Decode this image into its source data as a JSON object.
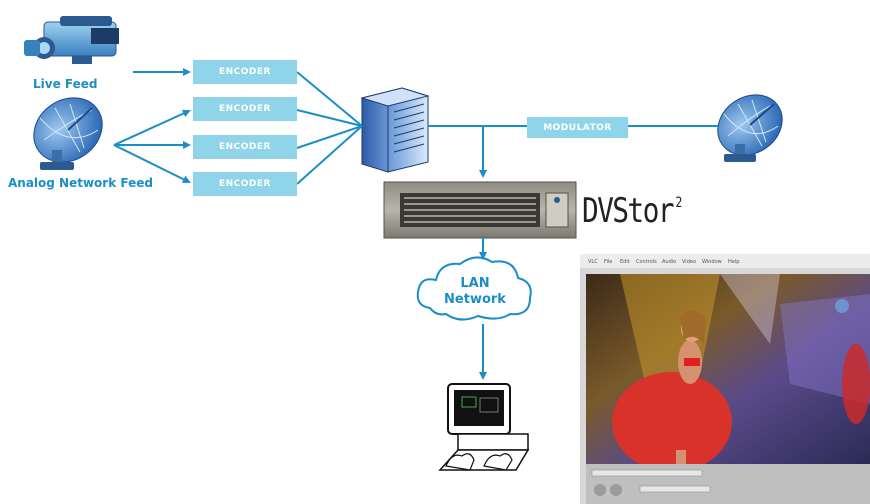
{
  "labels": {
    "live_feed": "Live Feed",
    "analog_feed": "Analog Network Feed",
    "encoder_1": "ENCODER",
    "encoder_2": "ENCODER",
    "encoder_3": "ENCODER",
    "encoder_4": "ENCODER",
    "modulator": "MODULATOR",
    "brand": "DVStor",
    "brand_superscript": "2",
    "lan_line1": "LAN",
    "lan_line2": "Network"
  },
  "colors": {
    "accent": "#1a8fc7",
    "box_fill": "#8fd4e8",
    "arrow": "#1a8fc7"
  },
  "icons": {
    "camera": "video-camera-icon",
    "dish_left": "satellite-dish-icon",
    "dish_right": "satellite-dish-icon",
    "server": "server-tower-icon",
    "storage": "rack-storage-unit-icon",
    "cloud": "cloud-icon",
    "workstation": "computer-workstation-icon"
  },
  "player": {
    "menu_items": [
      "VLC",
      "File",
      "Edit",
      "Controls",
      "Audio",
      "Video",
      "Window",
      "Help"
    ]
  }
}
